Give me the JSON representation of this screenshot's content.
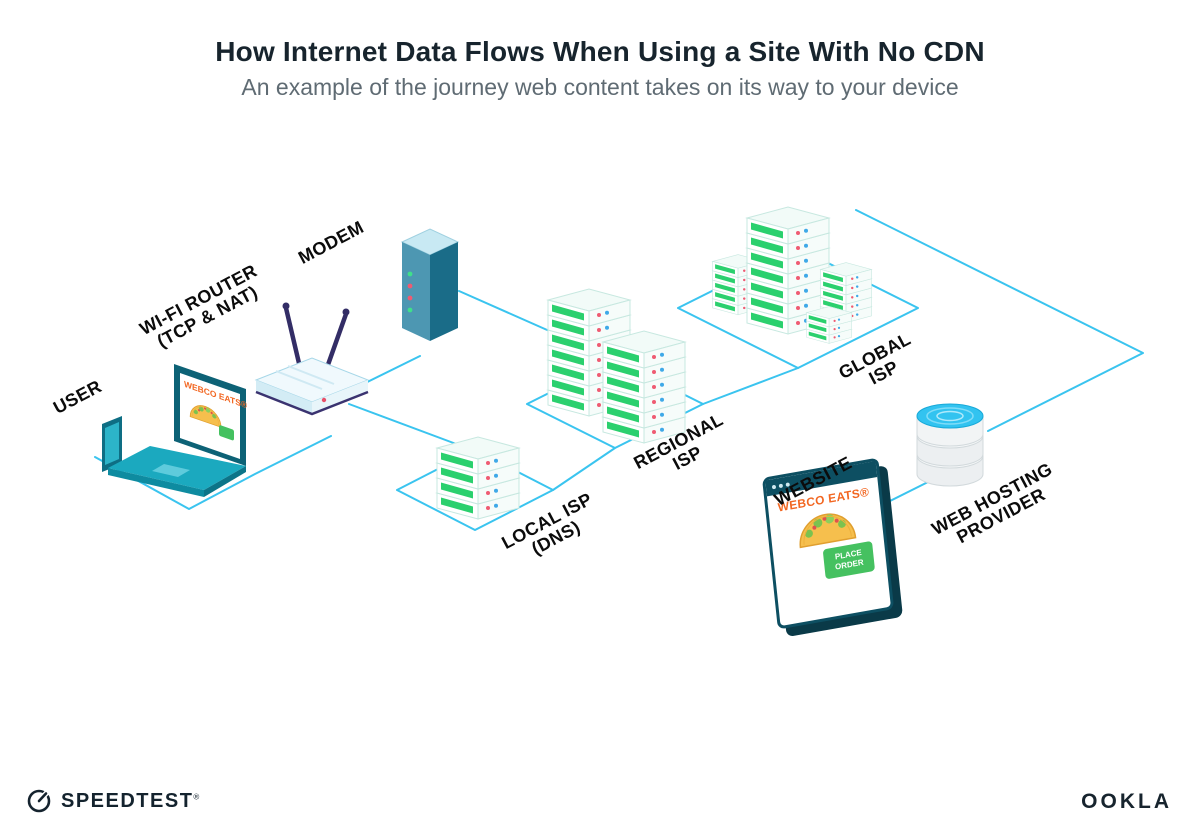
{
  "header": {
    "title": "How Internet Data Flows When Using a Site With No CDN",
    "subtitle": "An example of the journey web content takes on its way to your device"
  },
  "nodes": {
    "user": {
      "label": "USER"
    },
    "wifi_router": {
      "line1": "WI-FI ROUTER",
      "line2": "(TCP & NAT)"
    },
    "modem": {
      "label": "MODEM"
    },
    "local_isp": {
      "line1": "LOCAL ISP",
      "line2": "(DNS)"
    },
    "regional_isp": {
      "line1": "REGIONAL",
      "line2": "ISP"
    },
    "global_isp": {
      "line1": "GLOBAL",
      "line2": "ISP"
    },
    "website": {
      "label": "WEBSITE"
    },
    "web_hosting": {
      "line1": "WEB HOSTING",
      "line2": "PROVIDER"
    }
  },
  "website_window": {
    "brand": "WEBCO EATS®",
    "order_button": "PLACE ORDER"
  },
  "laptop_screen": {
    "brand": "WEBCO EATS®"
  },
  "footer": {
    "speedtest": "SPEEDTEST",
    "speedtest_mark": "®",
    "ookla": "OOKLA"
  },
  "colors": {
    "line": "#3ac4ef",
    "server_green": "#2bd06e",
    "brand_orange": "#f26722",
    "frame_teal": "#0d4f62"
  }
}
